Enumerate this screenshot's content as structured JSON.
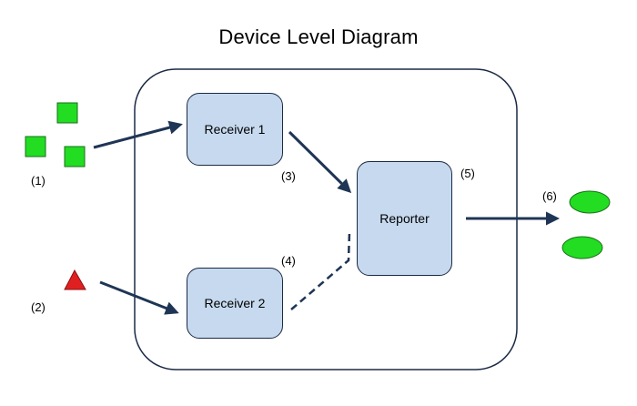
{
  "title": "Device Level Diagram",
  "nodes": {
    "receiver1": "Receiver 1",
    "receiver2": "Receiver 2",
    "reporter": "Reporter"
  },
  "labels": {
    "l1": "(1)",
    "l2": "(2)",
    "l3": "(3)",
    "l4": "(4)",
    "l5": "(5)",
    "l6": "(6)"
  },
  "colors": {
    "box_fill": "#c6d9ee",
    "outline": "#1b2a44",
    "arrow": "#1f3555",
    "green": "#22dd22",
    "red": "#e02020"
  }
}
